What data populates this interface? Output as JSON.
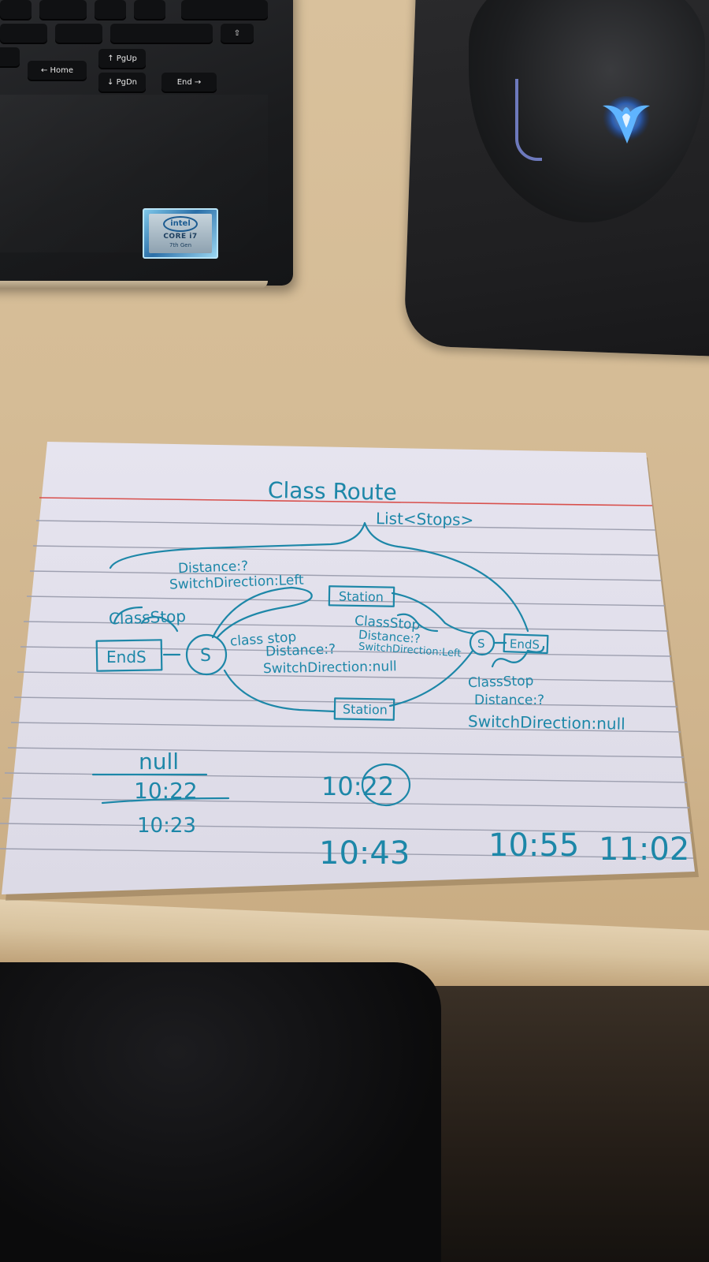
{
  "keyboard": {
    "keys": [
      "PgUp",
      "Home",
      "PgDn",
      "End"
    ]
  },
  "intel_badge": {
    "brand": "intel",
    "line1": "CORE i7",
    "line2": "7th Gen"
  },
  "card": {
    "title": "Class Route",
    "list_label": "List<Stops>",
    "top_note_distance": "Distance:?",
    "top_note_switch": "SwitchDirection:Left",
    "classstop_left": "ClassStop",
    "ends_left": "EndS",
    "stop_left": "S",
    "mid_classstop": "class stop",
    "mid_distance": "Distance:?",
    "mid_switch": "SwitchDirection:null",
    "station_top": "Station",
    "station_bottom": "Station",
    "right_classstop": "ClassStop",
    "right_distance": "Distance:?",
    "right_switch": "SwitchDirection:Left",
    "stop_right": "S",
    "ends_right": "EndS",
    "br_classstop": "ClassStop",
    "br_distance": "Distance:?",
    "br_switch": "SwitchDirection:null",
    "times_left": [
      "null",
      "10:22",
      "10:23"
    ],
    "time_circled": "10:22",
    "times_bottom": [
      "10:43",
      "10:55",
      "11:02"
    ]
  }
}
